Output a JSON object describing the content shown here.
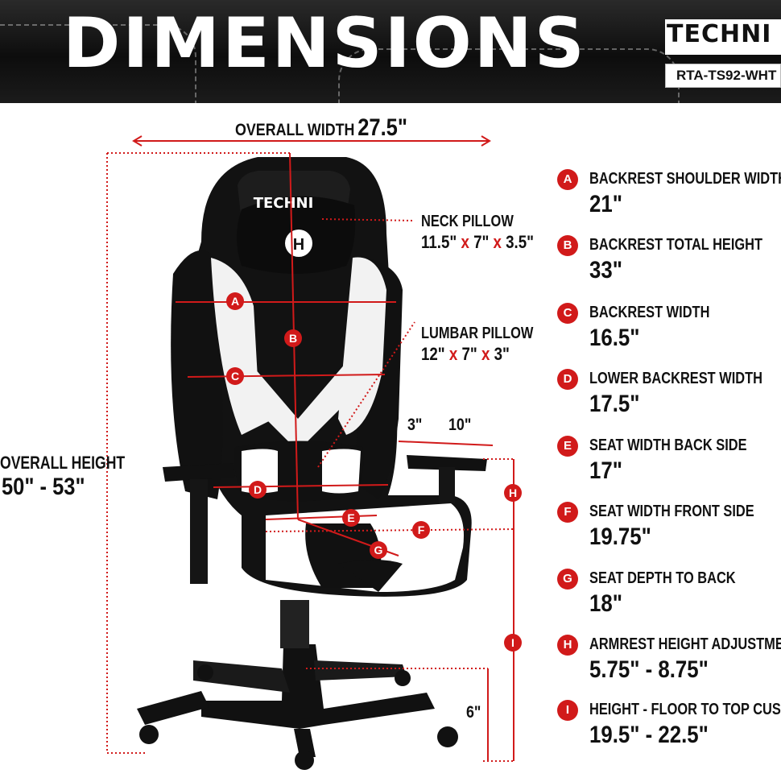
{
  "header": {
    "title": "DIMENSIONS",
    "brand_logo_text": "TECHNI",
    "model": "RTA-TS92-WHT"
  },
  "overall_width": {
    "label": "OVERALL WIDTH",
    "value": "27.5\""
  },
  "overall_height": {
    "label": "OVERALL HEIGHT",
    "value": "50\" - 53\""
  },
  "neck_pillow": {
    "label": "NECK PILLOW",
    "d1": "11.5\"",
    "d2": "7\"",
    "d3": "3.5\"",
    "sep": "x"
  },
  "lumbar_pillow": {
    "label": "LUMBAR PILLOW",
    "d1": "12\"",
    "d2": "7\"",
    "d3": "3\"",
    "sep": "x"
  },
  "armrest_offsets": {
    "a": "3\"",
    "b": "10\""
  },
  "base_height": "6\"",
  "specs": [
    {
      "letter": "A",
      "label": "BACKREST SHOULDER WIDTH",
      "value": "21\""
    },
    {
      "letter": "B",
      "label": "BACKREST TOTAL HEIGHT",
      "value": "33\""
    },
    {
      "letter": "C",
      "label": "BACKREST WIDTH",
      "value": "16.5\""
    },
    {
      "letter": "D",
      "label": "LOWER BACKREST WIDTH",
      "value": "17.5\""
    },
    {
      "letter": "E",
      "label": "SEAT WIDTH BACK SIDE",
      "value": "17\""
    },
    {
      "letter": "F",
      "label": "SEAT WIDTH FRONT SIDE",
      "value": "19.75\""
    },
    {
      "letter": "G",
      "label": "SEAT DEPTH TO BACK",
      "value": "18\""
    },
    {
      "letter": "H",
      "label": "ARMREST HEIGHT ADJUSTMENT",
      "value": "5.75\" - 8.75\""
    },
    {
      "letter": "I",
      "label": "HEIGHT - FLOOR TO TOP CUSHION",
      "value": "19.5\" - 22.5\""
    }
  ],
  "chair_markers": [
    "A",
    "B",
    "C",
    "D",
    "E",
    "F",
    "G",
    "H",
    "I"
  ],
  "colors": {
    "accent": "#d11a1a",
    "chair_black": "#111111",
    "chair_white": "#f2f2f2",
    "header_bg": "#161616"
  }
}
